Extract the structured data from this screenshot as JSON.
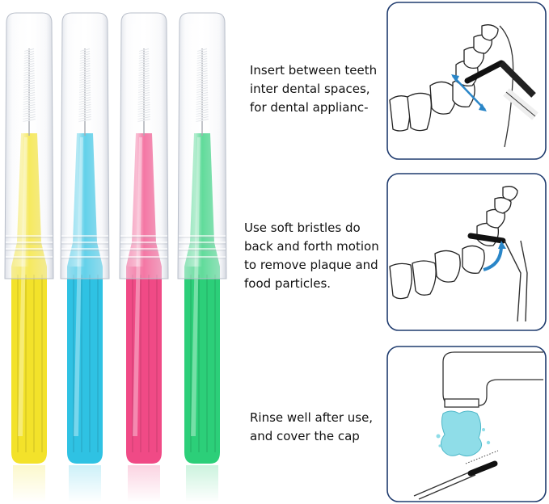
{
  "colors": {
    "yellow": "#f3e22a",
    "blue": "#2fc2e3",
    "pink": "#f04a86",
    "green": "#2ccf79",
    "panel_border": "#1f3b6e",
    "arrow_blue": "#2a86c8"
  },
  "brushes": [
    {
      "name": "yellow-brush",
      "color": "yellow"
    },
    {
      "name": "blue-brush",
      "color": "blue"
    },
    {
      "name": "pink-brush",
      "color": "pink"
    },
    {
      "name": "green-brush",
      "color": "green"
    }
  ],
  "steps": [
    {
      "text": "Insert between teeth\ninter dental spaces,\nfor dental applianc-",
      "icon": "teeth-insert-illustration"
    },
    {
      "text": "Use soft bristles do\nback and forth motion\nto remove plaque and\nfood particles.",
      "icon": "teeth-brushing-illustration"
    },
    {
      "text": "Rinse well after use,\nand cover the cap",
      "icon": "faucet-rinse-illustration"
    }
  ]
}
